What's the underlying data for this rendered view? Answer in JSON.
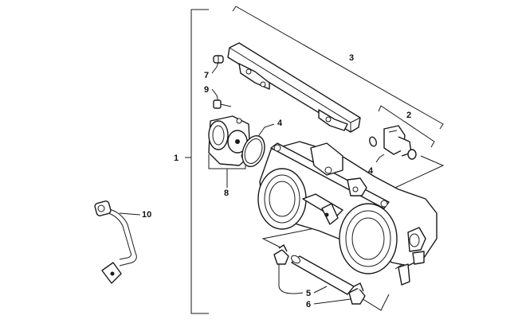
{
  "callouts": {
    "c1": "1",
    "c2": "2",
    "c3": "3",
    "c4a": "4",
    "c4b": "4",
    "c5": "5",
    "c6": "6",
    "c7": "7",
    "c8": "8",
    "c9": "9",
    "c10": "10"
  }
}
